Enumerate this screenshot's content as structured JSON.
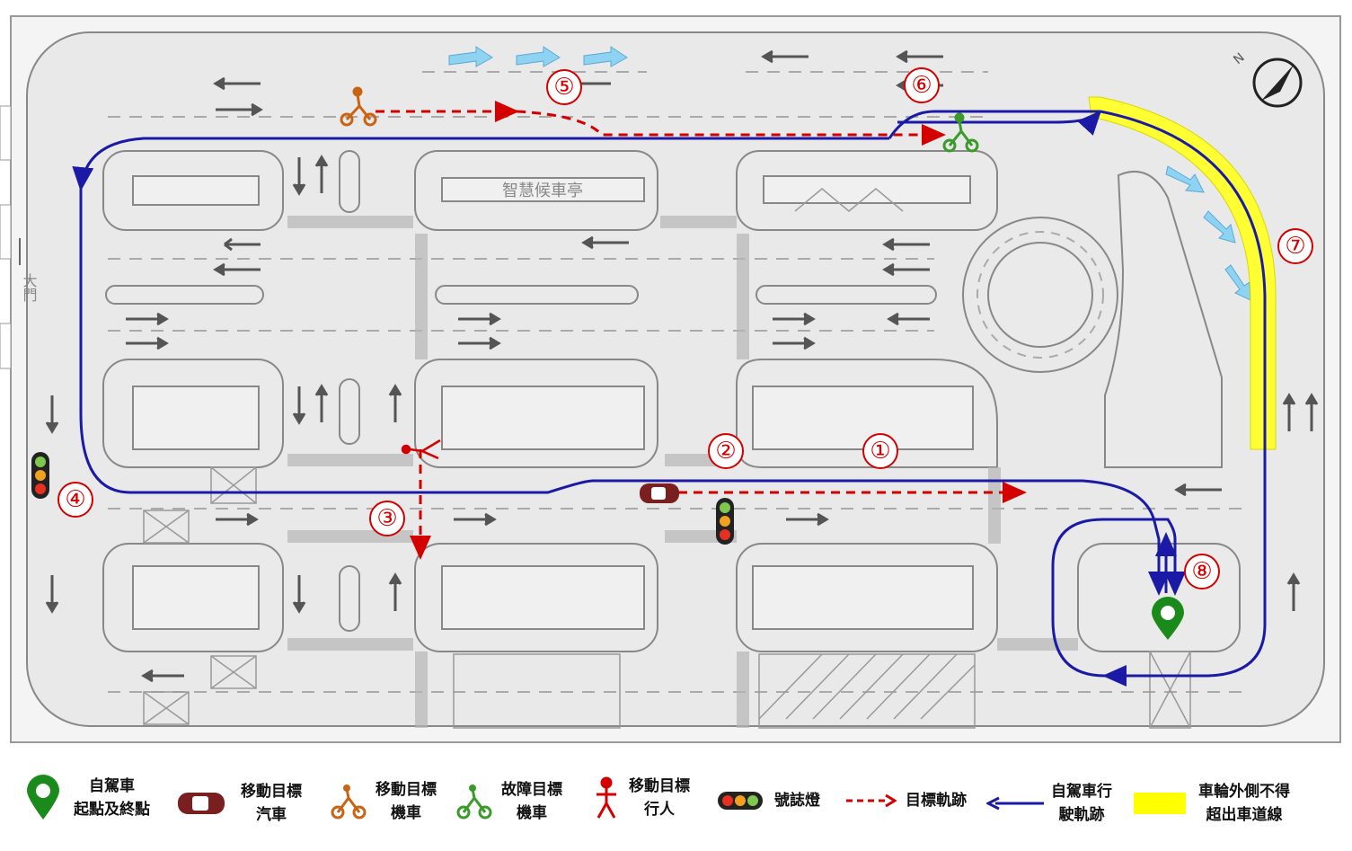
{
  "map": {
    "shelter_label": "智慧候車亭",
    "gate_label": "大門",
    "compass_label": "N",
    "markers": [
      "①",
      "②",
      "③",
      "④",
      "⑤",
      "⑥",
      "⑦",
      "⑧"
    ]
  },
  "legend": {
    "start_end": [
      "自駕車",
      "起點及終點"
    ],
    "moving_car": [
      "移動目標",
      "汽車"
    ],
    "moving_scooter": [
      "移動目標",
      "機車"
    ],
    "broken_scooter": [
      "故障目標",
      "機車"
    ],
    "moving_pedestrian": [
      "移動目標",
      "行人"
    ],
    "traffic_light": "號誌燈",
    "target_track": "目標軌跡",
    "self_track": [
      "自駕車行",
      "駛軌跡"
    ],
    "lane_rule": [
      "車輪外側不得",
      "超出車道線"
    ]
  },
  "colors": {
    "route": "#1a1aa6",
    "target": "#d40000",
    "highlight": "#ffff00",
    "pin": "#1a8a1a",
    "car": "#7a1f1f",
    "scooter": "#c86414",
    "broken_scooter": "#3a9a2a"
  }
}
